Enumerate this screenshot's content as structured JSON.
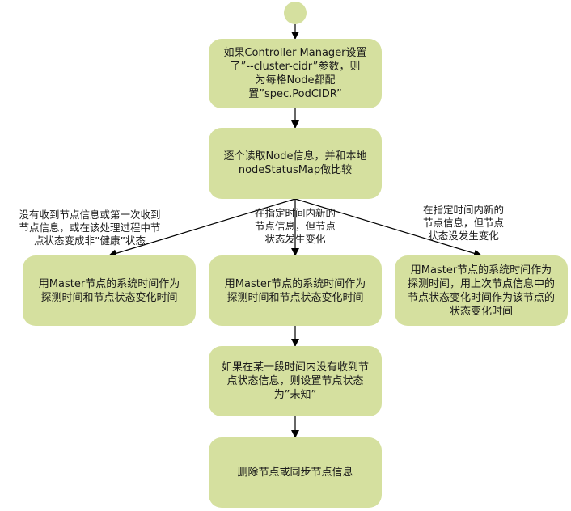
{
  "nodes": {
    "n1": "如果Controller Manager设置\n了”--cluster-cidr”参数，则\n为每格Node都配\n置”spec.PodCIDR”",
    "n2": "逐个读取Node信息，并和本地\nnodeStatusMap做比较",
    "n3a": "用Master节点的系统时间作为\n探测时间和节点状态变化时间",
    "n3b": "用Master节点的系统时间作为\n探测时间和节点状态变化时间",
    "n3c": "用Master节点的系统时间作为\n探测时间，用上次节点信息中的\n节点状态变化时间作为该节点的\n状态变化时间",
    "n4": "如果在某一段时间内没有收到节\n点状态信息，则设置节点状态\n为”未知”",
    "n5": "删除节点或同步节点信息"
  },
  "edge_labels": {
    "left": "没有收到节点信息或第一次收到\n节点信息，或在该处理过程中节\n点状态变成非”健康”状态",
    "middle": "在指定时间内新的\n节点信息，但节点\n状态发生变化",
    "right": "在指定时间内新的\n节点信息，但节点\n状态没发生变化"
  },
  "colors": {
    "node_fill": "#d5e09f",
    "line": "#000000"
  }
}
